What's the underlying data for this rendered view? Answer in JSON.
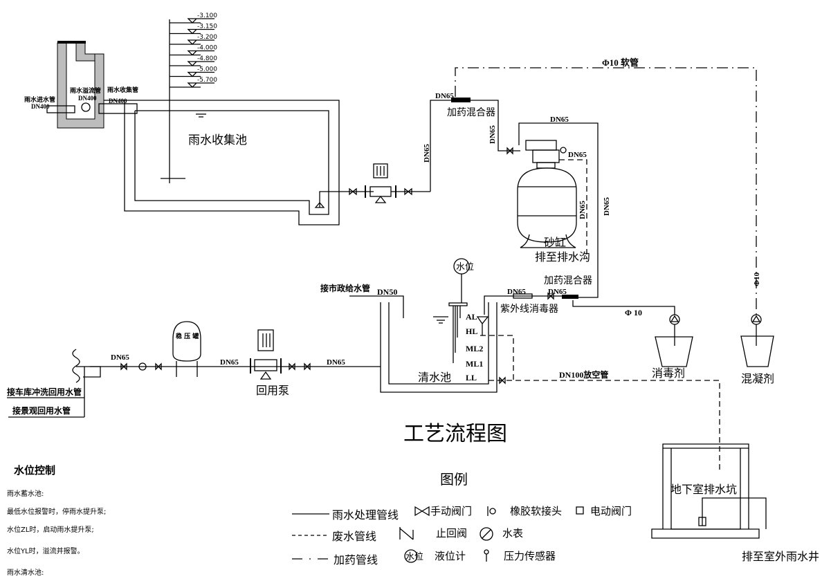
{
  "title": "工艺流程图",
  "legend": {
    "title": "图例",
    "items": {
      "rain_line": "雨水处理管线",
      "waste_line": "废水管线",
      "dosing_line": "加药管线",
      "manual_valve": "手动阀门",
      "rubber_joint": "橡胶软接头",
      "electric_valve": "电动阀门",
      "check_valve": "止回阀",
      "water_meter": "水表",
      "level_gauge_symbol": "水位",
      "level_gauge": "液位计",
      "pressure_sensor": "压力传感器"
    }
  },
  "inlet_well": {
    "inlet_pipe": "雨水进水管",
    "inlet_size": "DN400",
    "overflow_pipe": "雨水溢流管",
    "overflow_size": "DN400",
    "collect_pipe": "雨水收集管",
    "collect_size": "DN400"
  },
  "elevations": [
    "-3.100",
    "-3.150",
    "-3.200",
    "-4.000",
    "-4.800",
    "-5.000",
    "-5.700"
  ],
  "collection_tank": "雨水收集池",
  "sand_filter": {
    "label": "砂缸",
    "drain": "排至排水沟",
    "mixer_top": "加药混合器",
    "mixer_bottom": "加药混合器",
    "pipe_sizes": [
      "DN65",
      "DN65",
      "DN65",
      "DN65",
      "DN65",
      "DN65",
      "DN65"
    ]
  },
  "dosing": {
    "hose": "Φ10 软管",
    "phi_right": "Φ10",
    "phi_mid": "Φ 10",
    "disinfectant": "消毒剂",
    "coagulant": "混凝剂"
  },
  "clear_tank": {
    "label": "清水池",
    "level_meter": "水位",
    "municipal": "接市政给水管",
    "municipal_size": "DN50",
    "uv": "紫外线消毒器",
    "uv_size": "DN65",
    "valve_size": "DN65",
    "levels": [
      "AL",
      "HL",
      "ML2",
      "ML1",
      "LL"
    ],
    "drain": "DN100放空管"
  },
  "reuse": {
    "pump": "回用泵",
    "tank": "稳 压 罐",
    "size_left": "DN65",
    "size_mid": "DN65",
    "size_right": "DN65",
    "garage": "接车库冲洗回用水管",
    "landscape": "接景观回用水管"
  },
  "basement": {
    "pit": "地下室排水坑",
    "outlet": "排至室外雨水井"
  },
  "control": {
    "heading": "水位控制",
    "lines": [
      "雨水蓄水池:",
      "最低水位报警时，停雨水提升泵;",
      "水位ZL时，启动雨水提升泵;",
      "水位YL时，溢流并报警。",
      "雨水清水池:"
    ]
  }
}
